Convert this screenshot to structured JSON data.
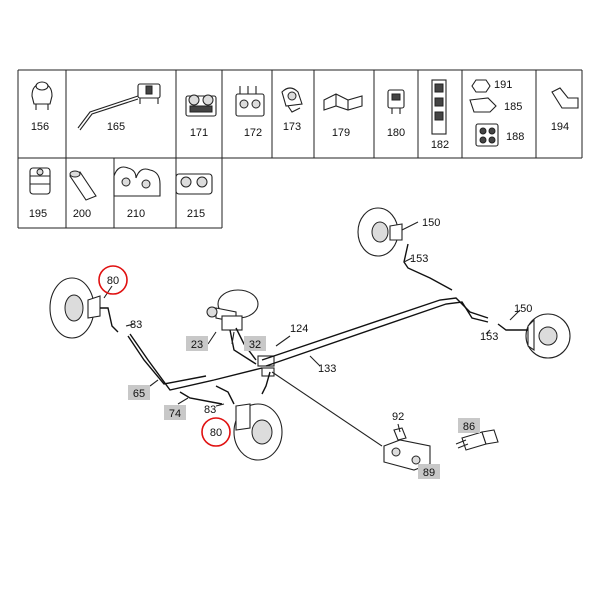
{
  "parts_table": {
    "row1": [
      {
        "id": "156"
      },
      {
        "id": "165"
      },
      {
        "id": "171"
      },
      {
        "id": "172"
      },
      {
        "id": "173"
      },
      {
        "id": "179"
      },
      {
        "id": "180"
      },
      {
        "id": "182"
      },
      {
        "id": "191",
        "extra": [
          "185",
          "188"
        ]
      },
      {
        "id": "194"
      }
    ],
    "row2": [
      {
        "id": "195"
      },
      {
        "id": "200"
      },
      {
        "id": "210"
      },
      {
        "id": "215"
      }
    ]
  },
  "callouts": {
    "c80a": "80",
    "c83a": "83",
    "c150a": "150",
    "c153a": "153",
    "c150b": "150",
    "c153b": "153",
    "c124": "124",
    "c133": "133",
    "c23": "23",
    "c32": "32",
    "c65": "65",
    "c74": "74",
    "c83b": "83",
    "c80b": "80",
    "c92": "92",
    "c86": "86",
    "c89": "89"
  },
  "colors": {
    "highlight": "#e01010",
    "callout_box": "#c8c8c8"
  }
}
